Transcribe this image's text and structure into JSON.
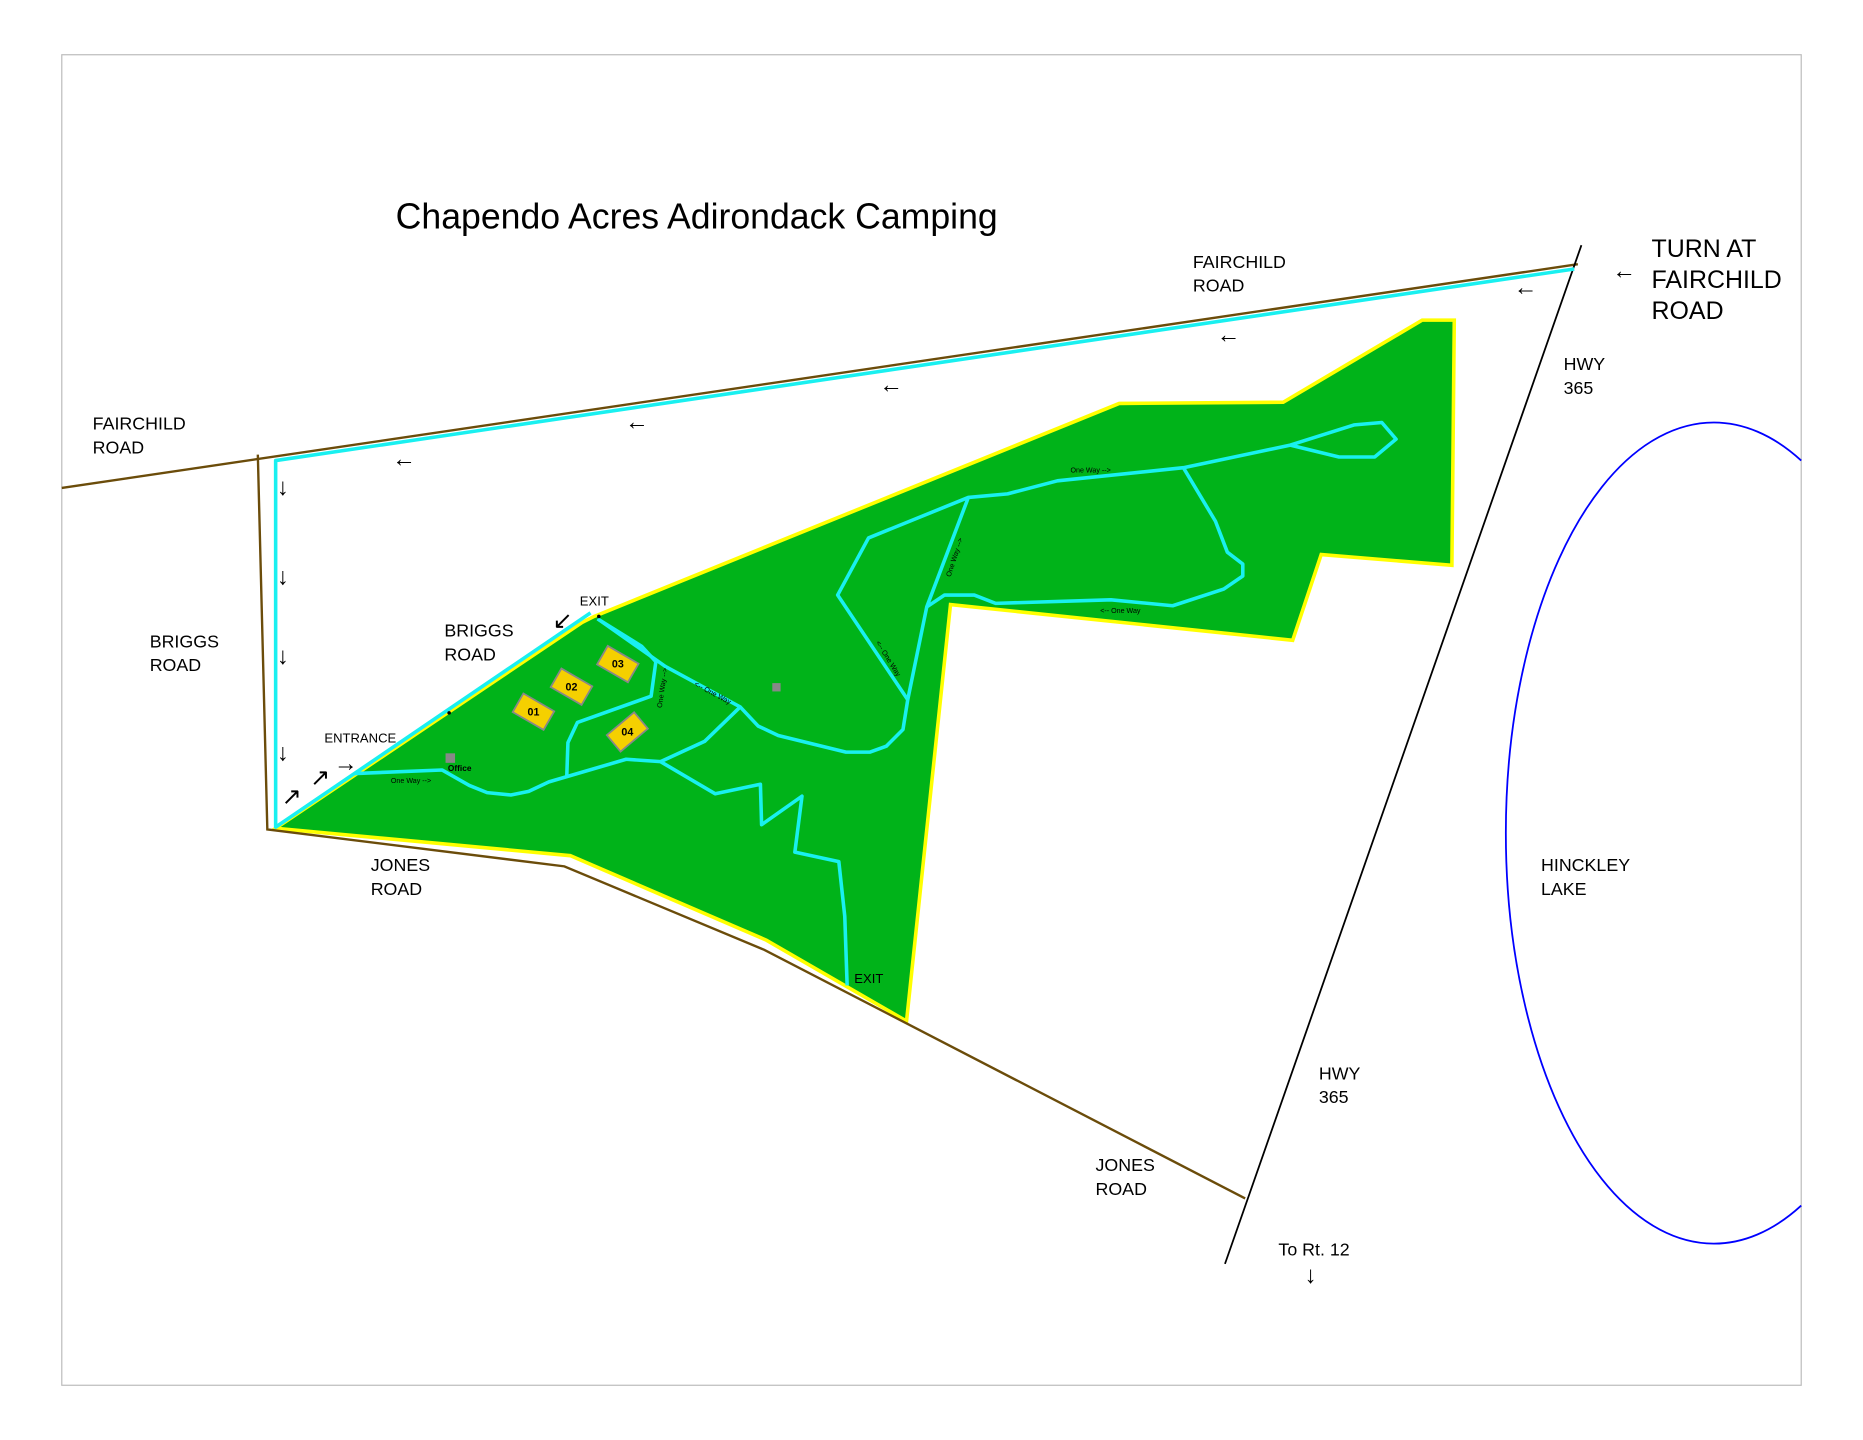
{
  "title": "Chapendo Acres Adirondack Camping",
  "labels": {
    "fairchild_top": [
      "FAIRCHILD",
      "ROAD"
    ],
    "fairchild_left": [
      "FAIRCHILD",
      "ROAD"
    ],
    "briggs_left": [
      "BRIGGS",
      "ROAD"
    ],
    "briggs_mid": [
      "BRIGGS",
      "ROAD"
    ],
    "jones_left": [
      "JONES",
      "ROAD"
    ],
    "jones_right": [
      "JONES",
      "ROAD"
    ],
    "hwy_top": [
      "HWY",
      "365"
    ],
    "hwy_bottom": [
      "HWY",
      "365"
    ],
    "turn": [
      "TURN AT",
      "FAIRCHILD",
      "ROAD"
    ],
    "lake": [
      "HINCKLEY",
      "LAKE"
    ],
    "to_rt": "To Rt. 12",
    "entrance": "ENTRANCE",
    "exit_top": "EXIT",
    "exit_bottom": "EXIT",
    "office": "Office"
  },
  "one_way": {
    "entrance": "One Way -->",
    "upper": "One Way -->",
    "lower": "<-- One Way",
    "diag_left": "<-- One Way",
    "diag_mid": "One Way -->",
    "sites_vert": "One Way -->",
    "sites_diag": "<-- One Way"
  },
  "sites": [
    "01",
    "02",
    "03",
    "04"
  ],
  "arrows": {
    "left": "←",
    "down": "↓",
    "right": "→",
    "up_right": "↗",
    "down_left": "↙"
  },
  "colors": {
    "land": "#00b319",
    "border": "#ffff00",
    "trail": "#19f0f0",
    "road": "#6b4c0a",
    "lake": "#0000ff",
    "site": "#f5d000"
  }
}
